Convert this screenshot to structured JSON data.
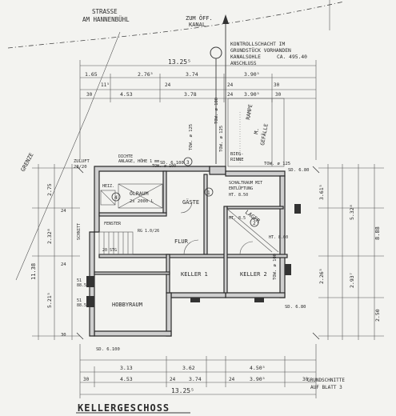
{
  "street": {
    "line1": "STRASSE",
    "line2": "AM HANNENBÜHL"
  },
  "kanal": {
    "line1": "ZUM ÖFF.",
    "line2": "KANAL"
  },
  "kontroll": {
    "line1": "KONTROLLSCHACHT IM",
    "line2": "GRUNDSTÜCK VORHANDEN",
    "line3": "KANALSOHLE",
    "line4": "CA. 495.40",
    "line5": "ANSCHLUSS"
  },
  "grenze": "GRENZE",
  "top_dims": {
    "total": "13.25⁵",
    "row1": [
      "1.65",
      "2.76⁵",
      "3.74",
      "3.90⁵"
    ],
    "row2": [
      "11⁵",
      "24",
      "24",
      "30"
    ],
    "row3": [
      "4.53",
      "3.78",
      "3.90⁵"
    ],
    "row3b": [
      "30",
      "24",
      "30"
    ]
  },
  "rampe": {
    "line1": "RAMPE",
    "line2": "M.",
    "line3": "GEFÄLLE"
  },
  "tow_labels": [
    "TOW. ø 125",
    "TOW. ø 100",
    "TOW. ø 125",
    "TOW. ø 125",
    "TOW. ø 100"
  ],
  "bieg": {
    "line1": "BIEG-",
    "line2": "RINNE"
  },
  "dichte": {
    "line1": "DICHTE",
    "line2": "ANLAGE, HÖHE 1 mm",
    "line3": "TOW. ø 100"
  },
  "zuluft": {
    "line1": "ZULUFT",
    "line2": "20/20"
  },
  "heiz": "HEIZ.",
  "oelraum": {
    "line1": "ÖLRAUM",
    "line2": "2x 2000 L"
  },
  "fenster": "FENSTER",
  "rohr": "RG 1.0/26",
  "treppe": "20 STG",
  "schnitt_a": "SCHNITT",
  "rooms": {
    "gaeste": "GÄSTE",
    "flur": "FLUR",
    "keller1": "KELLER 1",
    "keller2": "KELLER 2",
    "hobby": "HOBBYRAUM",
    "lager": "LAGER"
  },
  "schalt": {
    "line1": "SCHALTRAUM MIT",
    "line2": "ENTLÜFTUNG"
  },
  "ht_labels": [
    "HT. 8.50",
    "HT. 8.5",
    "HT. 8.60"
  ],
  "markers": [
    "1",
    "2",
    "3",
    "4"
  ],
  "ref_levels": [
    "SD. 6.100",
    "SD. 6.80",
    "SD. 6.100",
    "SD. 6.80"
  ],
  "right_dims": {
    "v1": "3.61⁵",
    "v2": "5.32⁸",
    "v3": "8.88",
    "v4": "2.26⁵",
    "v5": "2.93⁷",
    "v6": "2.50"
  },
  "left_dims": {
    "v1": "2.75",
    "v2": "2.32⁸",
    "v3": "11.38",
    "v4": "5.21⁵",
    "v5": "24",
    "v6": "30",
    "v7": "24"
  },
  "bottom_dims": {
    "row1": [
      "3.13",
      "3.62",
      "4.50⁵"
    ],
    "row2": [
      "30",
      "4.53",
      "24",
      "3.74",
      "24",
      "3.90⁵",
      "30"
    ],
    "total": "13.25⁵"
  },
  "window_sizes": [
    "51",
    "51",
    "88.5",
    "88.5"
  ],
  "schnitte": {
    "line1": "GRUNDSCHNITTE",
    "line2": "AUF BLATT 3"
  },
  "title": "KELLERGESCHOSS"
}
